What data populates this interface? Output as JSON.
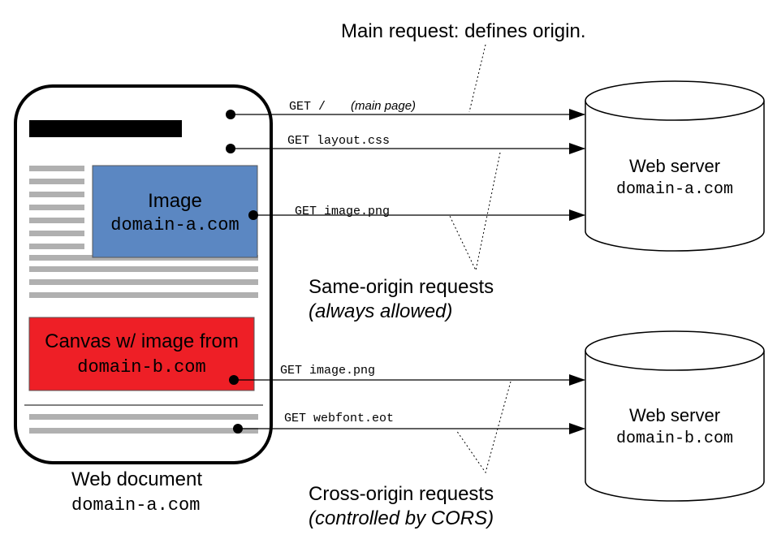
{
  "main_note": "Main request: defines origin.",
  "document": {
    "label": "Web document",
    "domain": "domain-a.com",
    "image_box": {
      "title": "Image",
      "domain": "domain-a.com",
      "color": "#5b87c2"
    },
    "canvas_box": {
      "title": "Canvas w/ image from",
      "domain": "domain-b.com",
      "color": "#ee1f26"
    }
  },
  "servers": [
    {
      "label": "Web server",
      "domain": "domain-a.com"
    },
    {
      "label": "Web server",
      "domain": "domain-b.com"
    }
  ],
  "requests": [
    {
      "method": "GET /",
      "note": "(main page)"
    },
    {
      "method": "GET layout.css"
    },
    {
      "method": "GET image.png"
    },
    {
      "method": "GET image.png"
    },
    {
      "method": "GET webfont.eot"
    }
  ],
  "same_origin": {
    "title": "Same-origin requests",
    "subtitle": "(always allowed)"
  },
  "cross_origin": {
    "title": "Cross-origin requests",
    "subtitle": "(controlled by CORS)"
  },
  "colors": {
    "stroke": "#000000",
    "placeholder_line": "#b0b0b0",
    "title_bar": "#000000"
  }
}
